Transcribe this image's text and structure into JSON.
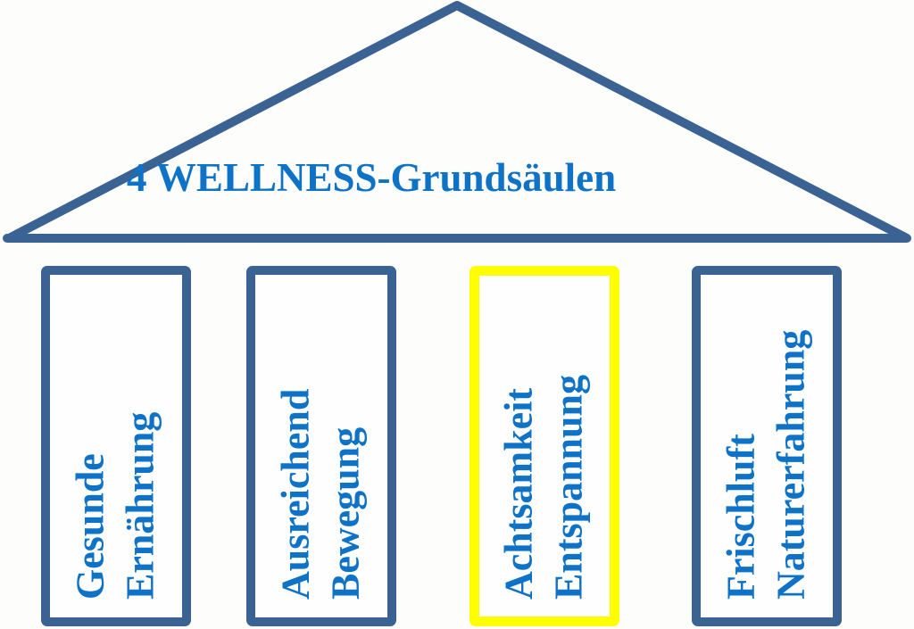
{
  "title": "4 WELLNESS-Grundsäulen",
  "pillars": [
    {
      "line1": "Gesunde",
      "line2": "Ernährung",
      "highlighted": false
    },
    {
      "line1": "Ausreichend",
      "line2": "Bewegung",
      "highlighted": false
    },
    {
      "line1": "Achtsamkeit",
      "line2": "Entspannung",
      "highlighted": true
    },
    {
      "line1": "Frischluft",
      "line2": "Naturerfahrung",
      "highlighted": false
    }
  ],
  "colors": {
    "roof": "#3a6293",
    "pillar_border": "#3a6293",
    "highlight_border": "#ffff00",
    "text": "#0e72c6",
    "background": "#fdfdfc"
  }
}
